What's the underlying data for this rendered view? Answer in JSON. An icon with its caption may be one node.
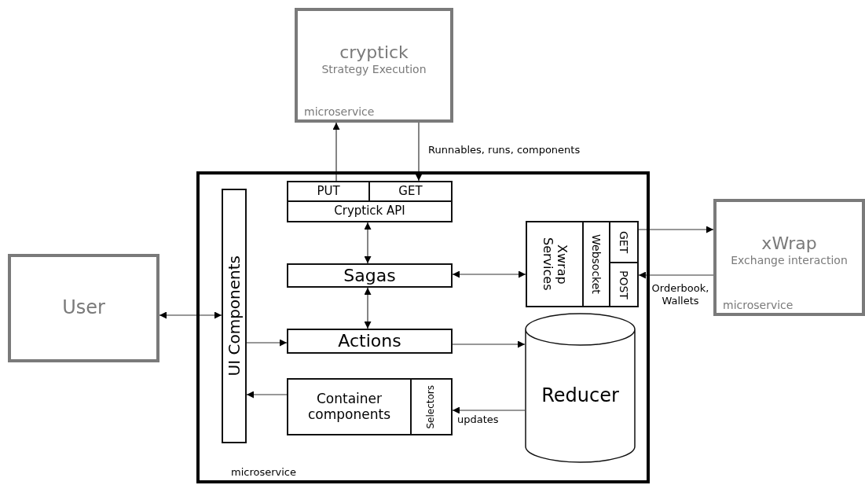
{
  "diagram": {
    "nodes": [
      {
        "text": [
          "cryptick",
          "Strategy Execution",
          "microservice"
        ]
      },
      {
        "text": [
          "User"
        ]
      },
      {
        "text": [
          "microservice"
        ]
      },
      {
        "text": [
          "UI Components"
        ],
        "in": 2
      },
      {
        "text": [
          "PUT"
        ],
        "in": 2
      },
      {
        "text": [
          "GET"
        ],
        "in": 2
      },
      {
        "text": [
          "Cryptick API"
        ],
        "in": 2
      },
      {
        "text": [
          "Sagas"
        ],
        "in": 2
      },
      {
        "text": [
          "Xwrap Services"
        ],
        "in": 2
      },
      {
        "text": [
          "Websocket"
        ],
        "in": 2
      },
      {
        "text": [
          "GET"
        ],
        "in": 2
      },
      {
        "text": [
          "POST"
        ],
        "in": 2
      },
      {
        "text": [
          "Actions"
        ],
        "in": 2
      },
      {
        "text": [
          "Reducer"
        ],
        "in": 2
      },
      {
        "text": [
          "Container components"
        ],
        "in": 2
      },
      {
        "text": [
          "Selectors"
        ],
        "in": 2
      },
      {
        "text": [
          "xWrap",
          "Exchange interaction",
          "microservice"
        ]
      }
    ],
    "edges": [
      {
        "from": 4,
        "to": 0,
        "arrow": "to"
      },
      {
        "from": 0,
        "to": 5,
        "arrow": "to",
        "label": "Runnables, runs, components"
      },
      {
        "from": 6,
        "to": 7,
        "arrow": "both"
      },
      {
        "from": 7,
        "to": 8,
        "arrow": "both"
      },
      {
        "from": 1,
        "to": 3,
        "arrow": "both"
      },
      {
        "from": 3,
        "to": 12,
        "arrow": "to"
      },
      {
        "from": 7,
        "to": 12,
        "arrow": "both"
      },
      {
        "from": 12,
        "to": 13,
        "arrow": "to"
      },
      {
        "from": 13,
        "to": 15,
        "arrow": "to",
        "label": "updates"
      },
      {
        "from": 14,
        "to": 3,
        "arrow": "to"
      },
      {
        "from": 10,
        "to": 16,
        "arrow": "to"
      },
      {
        "from": 16,
        "to": 11,
        "arrow": "to",
        "label": "Orderbook, Wallets"
      }
    ]
  }
}
